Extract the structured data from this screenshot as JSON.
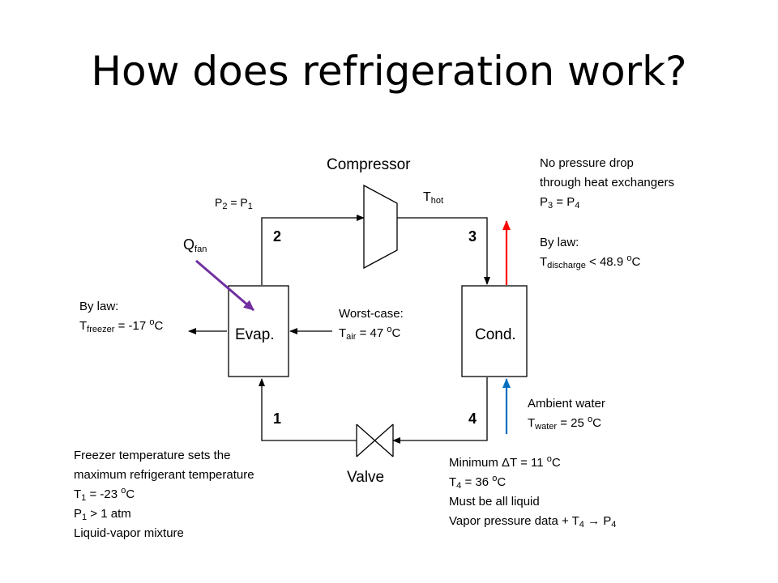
{
  "title": "How does refrigeration work?",
  "components": {
    "compressor": "Compressor",
    "evaporator": "Evap.",
    "condenser": "Cond.",
    "valve": "Valve"
  },
  "states": {
    "s1": "1",
    "s2": "2",
    "s3": "3",
    "s4": "4"
  },
  "p2": {
    "t1": "P",
    "s1": "2",
    "t2": " = P",
    "s2": "1"
  },
  "thot": {
    "t": "T",
    "s": "hot"
  },
  "qfan": {
    "t": "Q",
    "s": "fan"
  },
  "no_drop": {
    "line1": "No pressure drop",
    "line2": "through heat exchangers",
    "line3": {
      "t1": "P",
      "s1": "3",
      "t2": " = P",
      "s2": "4"
    }
  },
  "discharge": {
    "line1": "By law:",
    "line2": {
      "t1": "T",
      "s1": "discharge",
      "t2": " < 48.9 ",
      "sup": "o",
      "t3": "C"
    }
  },
  "freezer_law": {
    "line1": "By law:",
    "line2": {
      "t1": "T",
      "s1": "freezer",
      "t2": " = -17 ",
      "sup": "o",
      "t3": "C"
    }
  },
  "worst_case": {
    "line1": "Worst-case:",
    "line2": {
      "t1": "T",
      "s1": "air",
      "t2": " = 47 ",
      "sup": "o",
      "t3": "C"
    }
  },
  "ambient": {
    "line1": "Ambient water",
    "line2": {
      "t1": "T",
      "s1": "water",
      "t2": " = 25 ",
      "sup": "o",
      "t3": "C"
    }
  },
  "freezer_note": {
    "line1": "Freezer temperature sets the",
    "line2": "maximum refrigerant temperature",
    "line3": {
      "t1": "T",
      "s1": "1",
      "t2": " = -23 ",
      "sup": "o",
      "t3": "C"
    },
    "line4": {
      "t1": "P",
      "s1": "1",
      "t2": " > 1 atm"
    },
    "line5": "Liquid-vapor mixture"
  },
  "minimum_note": {
    "line1": {
      "t1": "Minimum ΔT = 11 ",
      "sup": "o",
      "t2": "C"
    },
    "line2": {
      "t1": "T",
      "s1": "4",
      "t2": " = 36 ",
      "sup": "o",
      "t3": "C"
    },
    "line3": "Must be all liquid",
    "line4": {
      "t1": "Vapor pressure data + T",
      "s1": "4",
      "t2": " → ",
      "t3": "P",
      "s2": "4"
    }
  },
  "colors": {
    "hot_arrow": "#ff0000",
    "cold_arrow": "#0070c0",
    "fan_arrow": "#7030a0",
    "line": "#000000"
  }
}
